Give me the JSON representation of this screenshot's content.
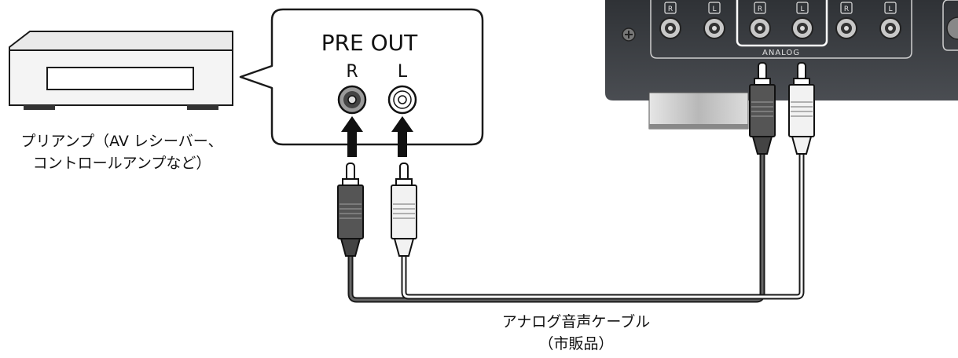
{
  "callout": {
    "title": "PRE OUT",
    "right_label": "R",
    "left_label": "L"
  },
  "source_device": {
    "caption_line1": "プリアンプ（AV レシーバー、",
    "caption_line2": "コントロールアンプなど）"
  },
  "rear_panel": {
    "section_label": "ANALOG",
    "jack_labels": [
      "R",
      "L",
      "R",
      "L",
      "R",
      "L"
    ]
  },
  "cable": {
    "caption_line1": "アナログ音声ケーブル",
    "caption_line2": "（市販品）"
  },
  "colors": {
    "line": "#1a1a1a",
    "panel": "#3a3d42",
    "cable": "#555555",
    "plug_light": "#f2f2f2",
    "plug_dark": "#555555"
  }
}
